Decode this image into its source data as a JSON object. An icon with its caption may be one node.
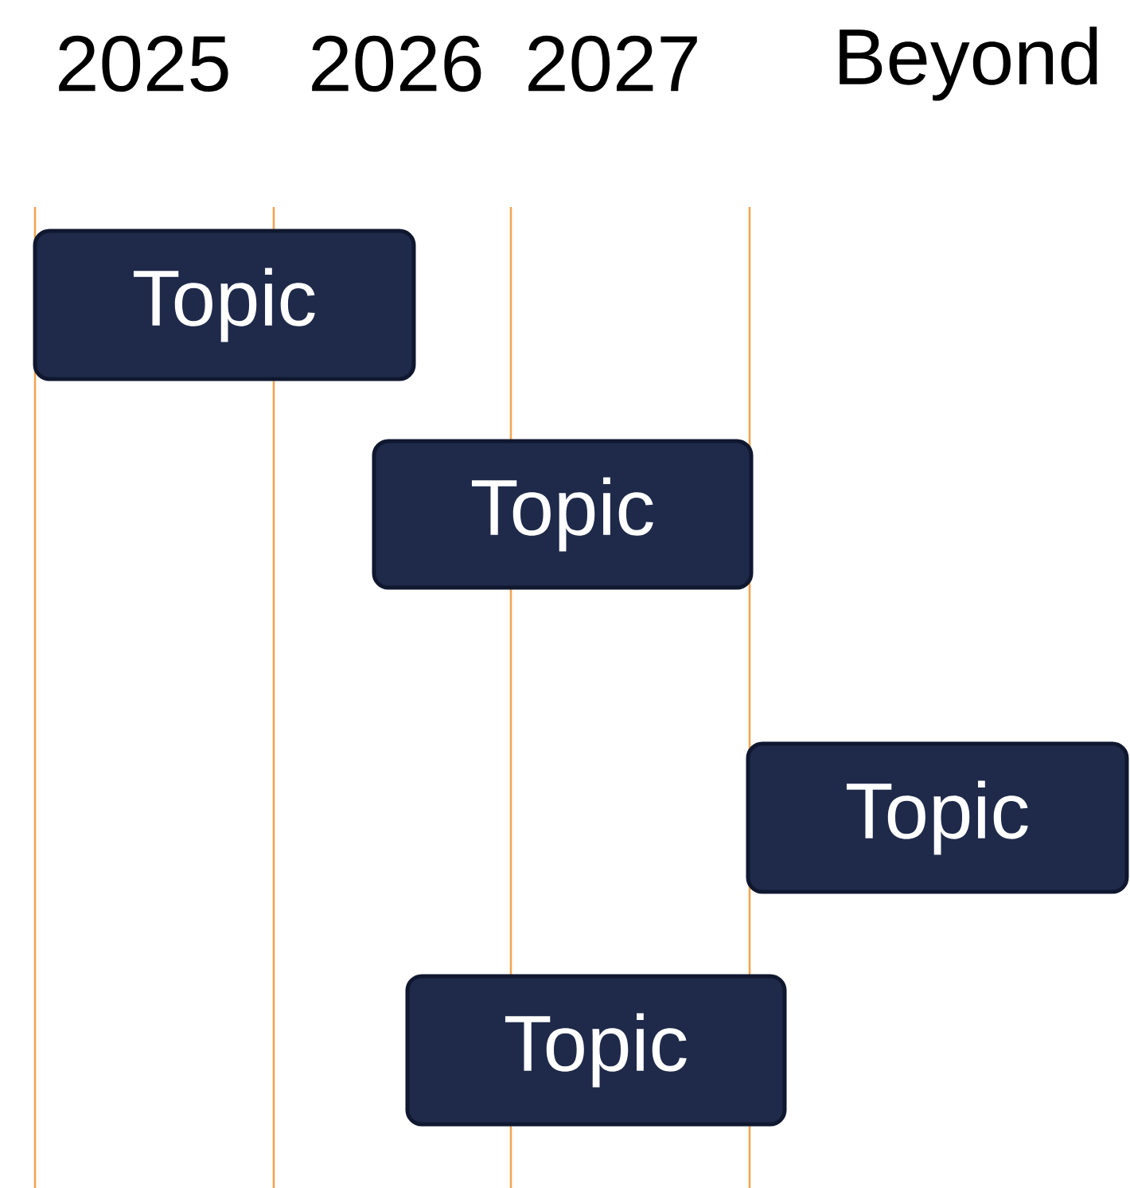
{
  "diagram": {
    "nodes": [
      {
        "text": [
          "Topic"
        ]
      },
      {
        "text": [
          "Topic"
        ]
      },
      {
        "text": [
          "Topic"
        ]
      },
      {
        "text": [
          "Topic"
        ]
      }
    ],
    "labels": [
      "2025",
      "2026",
      "2027",
      "Beyond"
    ]
  }
}
